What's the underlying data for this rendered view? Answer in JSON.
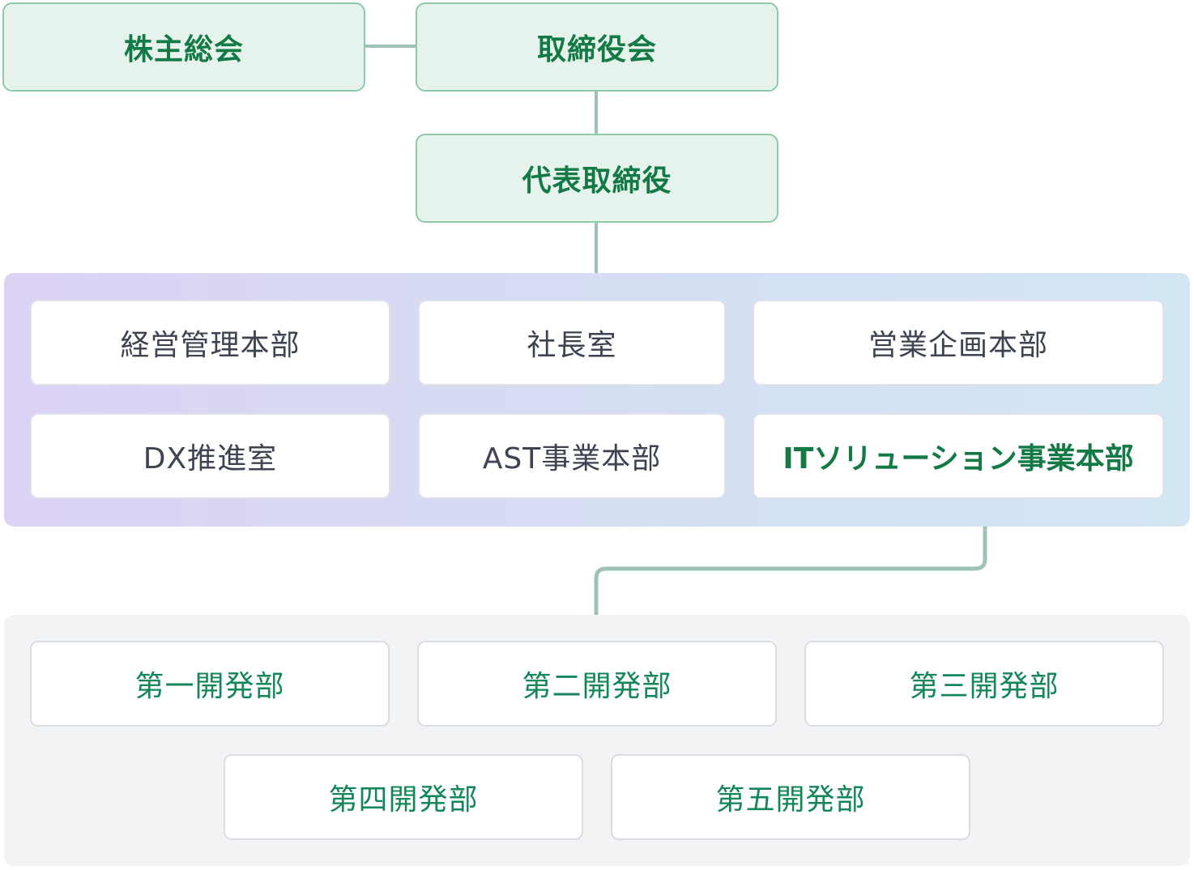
{
  "governance": {
    "shareholders_meeting": "株主総会",
    "board_of_directors": "取締役会",
    "representative_director": "代表取締役"
  },
  "divisions": {
    "items": [
      {
        "label": "経営管理本部"
      },
      {
        "label": "社長室"
      },
      {
        "label": "営業企画本部"
      },
      {
        "label": "DX推進室"
      },
      {
        "label": "AST事業本部"
      },
      {
        "label": "ITソリューション事業本部"
      }
    ]
  },
  "development": {
    "items": [
      {
        "label": "第一開発部"
      },
      {
        "label": "第二開発部"
      },
      {
        "label": "第三開発部"
      },
      {
        "label": "第四開発部"
      },
      {
        "label": "第五開発部"
      }
    ]
  },
  "colors": {
    "accent_green": "#137a45",
    "connector": "#9dc3b8",
    "governance_fill": "#e6f3ec",
    "governance_border": "#8ccaa8",
    "band_gradient_start": "#dcd2f4",
    "band_gradient_end": "#d3e6f4",
    "dev_panel_bg": "#f2f3f5"
  }
}
